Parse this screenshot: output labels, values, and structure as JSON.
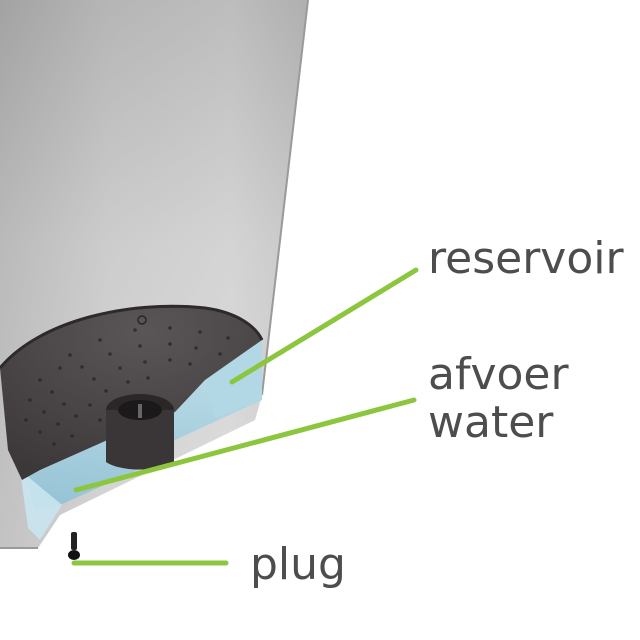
{
  "labels": {
    "reservoir": "reservoir",
    "afvoer": "afvoer",
    "water": "water",
    "plug": "plug"
  },
  "colors": {
    "leader_line": "#8cc63f",
    "label_text": "#4d4d4d",
    "water": "#a9d3e3",
    "disc": "#4a4546"
  }
}
